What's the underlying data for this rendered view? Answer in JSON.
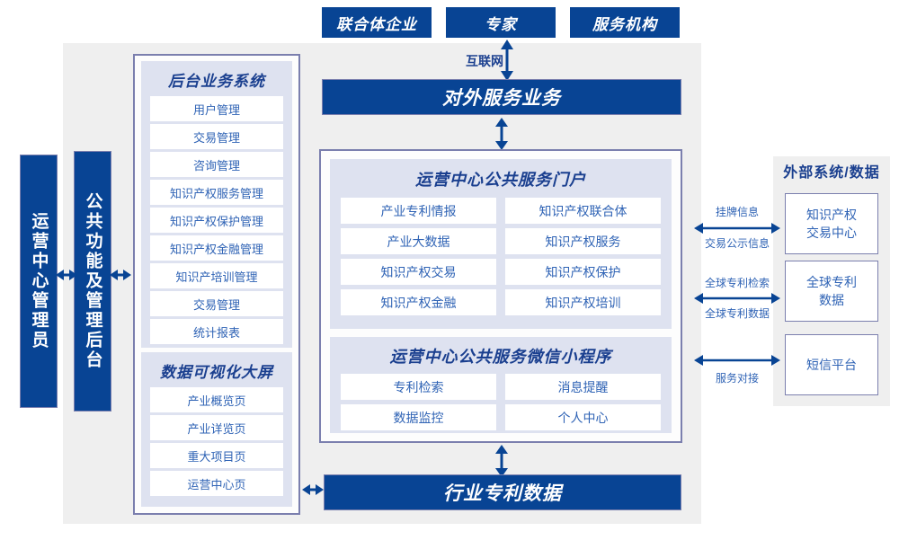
{
  "diagram": {
    "title_top_boxes": [
      {
        "label": "联合体企业"
      },
      {
        "label": "专家"
      },
      {
        "label": "服务机构"
      }
    ],
    "internet_label": "互联网",
    "external_service_bar": "对外服务业务",
    "industry_patent_data_bar": "行业专利数据",
    "left_columns": [
      {
        "label": "运营中心管理员"
      },
      {
        "label": "公共功能及管理后台"
      }
    ],
    "backend_group": {
      "title": "后台业务系统",
      "items": [
        "用户管理",
        "交易管理",
        "咨询管理",
        "知识产权服务管理",
        "知识产权保护管理",
        "知识产权金融管理",
        "知识产培训管理",
        "交易管理",
        "统计报表"
      ]
    },
    "visualization_group": {
      "title": "数据可视化大屏",
      "items": [
        "产业概览页",
        "产业详览页",
        "重大项目页",
        "运营中心页"
      ]
    },
    "portal_group": {
      "title": "运营中心公共服务门户",
      "items": [
        "产业专利情报",
        "知识产权联合体",
        "产业大数据",
        "知识产权服务",
        "知识产权交易",
        "知识产权保护",
        "知识产权金融",
        "知识产权培训"
      ]
    },
    "miniprogram_group": {
      "title": "运营中心公共服务微信小程序",
      "items": [
        "专利检索",
        "消息提醒",
        "数据监控",
        "个人中心"
      ]
    },
    "external_panel": {
      "title": "外部系统/数据",
      "boxes": [
        {
          "line1": "知识产权",
          "line2": "交易中心"
        },
        {
          "line1": "全球专利",
          "line2": "数据"
        },
        {
          "line1": "短信平台",
          "line2": ""
        }
      ],
      "connectors": [
        {
          "above": "挂牌信息",
          "below": "交易公示信息"
        },
        {
          "above": "全球专利检索",
          "below": "全球专利数据"
        },
        {
          "above": "",
          "below": "服务对接"
        }
      ]
    },
    "colors": {
      "brand_blue": "#084494",
      "accent_blue": "#2f63b5",
      "panel_gray": "#efefef",
      "group_lavender": "#dee2f0",
      "border_violet": "#7b7fae"
    }
  }
}
